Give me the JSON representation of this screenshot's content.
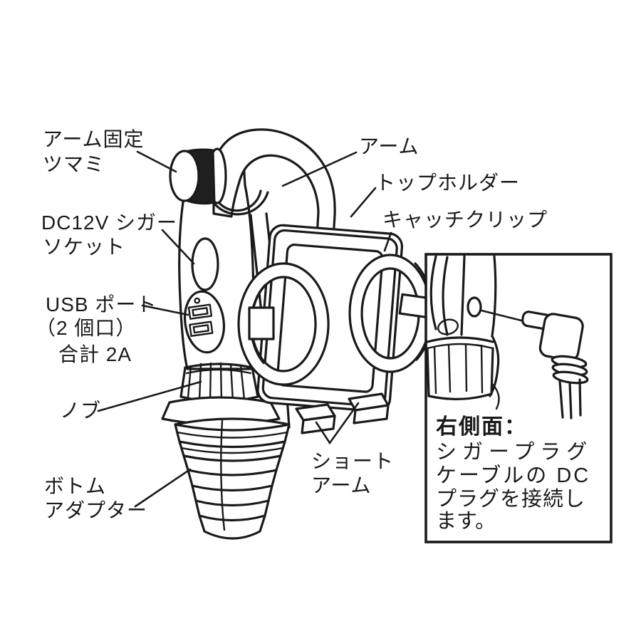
{
  "page": {
    "type": "product-parts-diagram",
    "colors": {
      "ink": "#1a1a1a",
      "background": "#ffffff",
      "knob_fill": "#1f1f1f"
    }
  },
  "labels": {
    "arm_fix_knob": [
      "アーム固定",
      "ツマミ"
    ],
    "dc_socket": [
      "DC12V シガー",
      "ソケット"
    ],
    "usb_port": [
      "USB ポート",
      "（2 個口）",
      "合計 2A"
    ],
    "knob": "ノブ",
    "bottom_adapter": [
      "ボトム",
      "アダプター"
    ],
    "arm": "アーム",
    "top_holder": "トップホルダー",
    "catch_clip": "キャッチクリップ",
    "short_arm": [
      "ショート",
      "アーム"
    ]
  },
  "inset": {
    "title": "右側面：",
    "body_lines": [
      "シガープラグ",
      "ケーブルの DC",
      "プラグを接続し",
      "ます。"
    ]
  }
}
